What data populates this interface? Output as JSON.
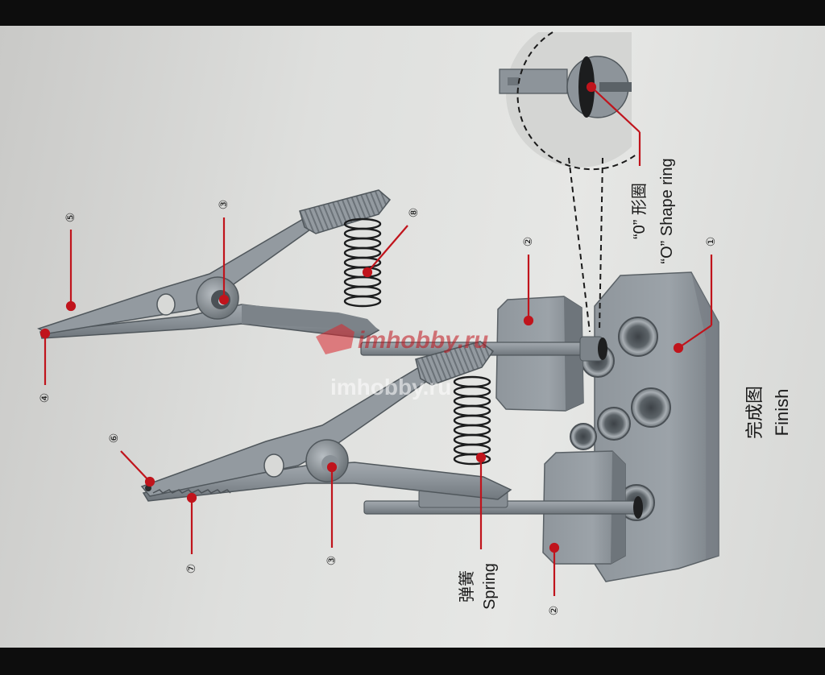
{
  "callouts": [
    {
      "id": "c1",
      "num": "①"
    },
    {
      "id": "c2a",
      "num": "②"
    },
    {
      "id": "c2b",
      "num": "②"
    },
    {
      "id": "c3a",
      "num": "③"
    },
    {
      "id": "c3b",
      "num": "③"
    },
    {
      "id": "c4",
      "num": "④"
    },
    {
      "id": "c5",
      "num": "⑤"
    },
    {
      "id": "c6",
      "num": "⑥"
    },
    {
      "id": "c7",
      "num": "⑦"
    },
    {
      "id": "c8",
      "num": "⑧"
    }
  ],
  "labels": {
    "o_ring_cn": "“0” 形圈",
    "o_ring_en": "“O” Shape ring",
    "spring_cn": "弹簧",
    "spring_en": "Spring",
    "finish_cn": "完成图",
    "finish_en": "Finish"
  },
  "watermark": {
    "text1": "imhobby.ru",
    "text2": "imhobby.ru"
  },
  "colors": {
    "part_gray": "#8d949a",
    "part_dark": "#5f666c",
    "leader_red": "#c0141c",
    "paper": "#dedfdd"
  }
}
